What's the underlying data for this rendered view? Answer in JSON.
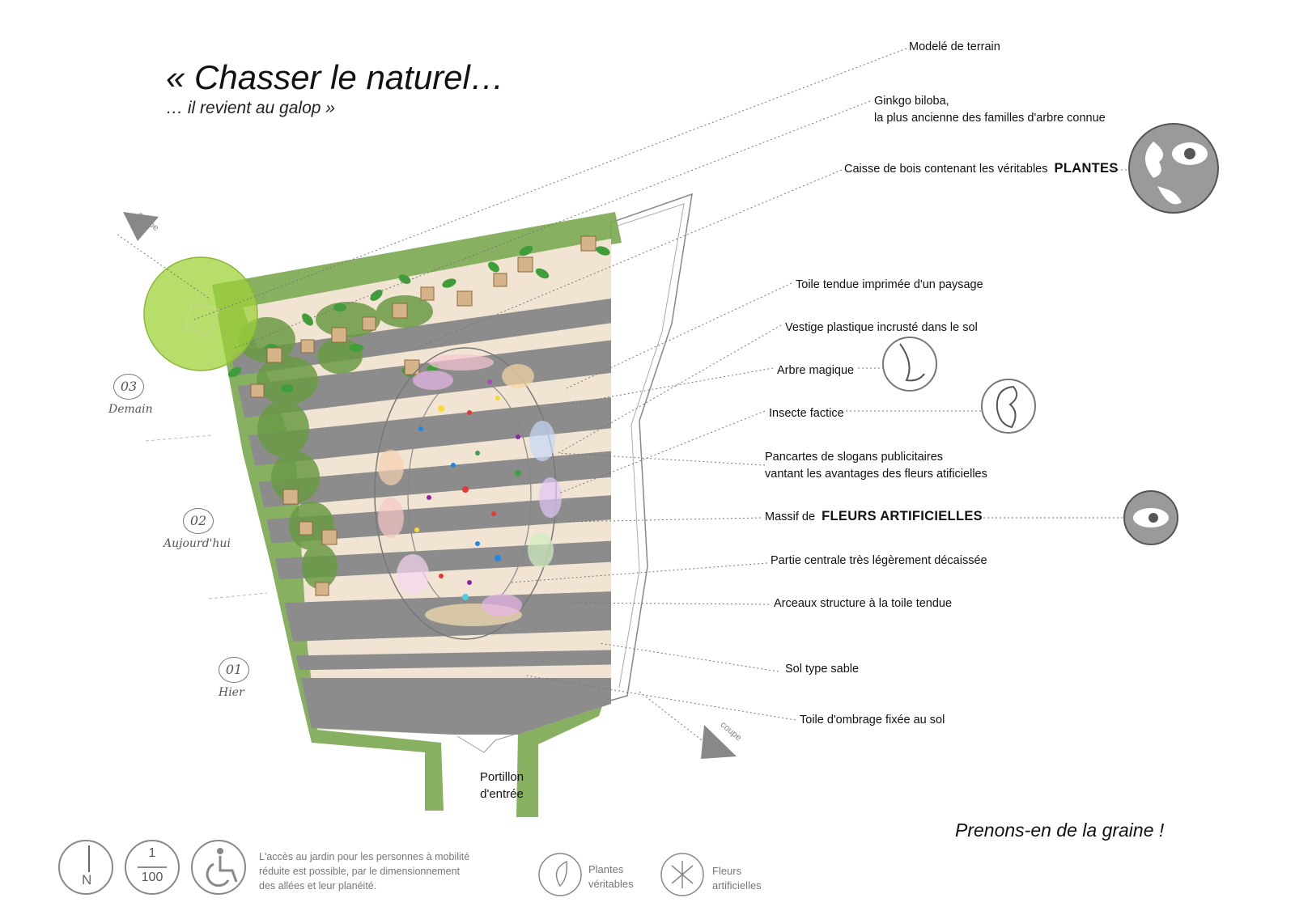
{
  "title": "« Chasser le naturel…",
  "subtitle": "… il revient au galop »",
  "labels": [
    {
      "text": "Modelé de terrain"
    },
    {
      "text": "Ginkgo biloba,"
    },
    {
      "text": "la plus ancienne des familles d'arbre connue"
    },
    {
      "text": "Caisse de bois contenant les véritables",
      "bold": "PLANTES"
    },
    {
      "text": "Toile tendue imprimée d'un paysage"
    },
    {
      "text": "Vestige plastique incrusté dans le sol"
    },
    {
      "text": "Arbre magique"
    },
    {
      "text": "Insecte factice"
    },
    {
      "text": "Pancartes de slogans publicitaires"
    },
    {
      "text": "vantant les avantages des fleurs atificielles"
    },
    {
      "text": "Massif de",
      "bold": "FLEURS ARTIFICIELLES"
    },
    {
      "text": "Partie centrale très légèrement décaissée"
    },
    {
      "text": "Arceaux structure à la toile tendue"
    },
    {
      "text": "Sol type sable"
    },
    {
      "text": "Toile d'ombrage fixée au sol"
    }
  ],
  "coupe_label": "coupe",
  "timeline": [
    {
      "num": "03",
      "caption": "Demain"
    },
    {
      "num": "02",
      "caption": "Aujourd'hui"
    },
    {
      "num": "01",
      "caption": "Hier"
    }
  ],
  "entrance": [
    "Portillon",
    "d'entrée"
  ],
  "slogan": "Prenons-en de la graine !",
  "scale": {
    "top": "1",
    "bottom": "100"
  },
  "north_label": "N",
  "accessibility_text": [
    "L'accès au jardin pour les personnes à mobilité",
    "réduite est possible, par le dimensionnement",
    "des allées et leur planéité."
  ],
  "legend": [
    {
      "line1": "Plantes",
      "line2": "véritables"
    },
    {
      "line1": "Fleurs",
      "line2": "artificielles"
    }
  ],
  "sense_icons": [
    "ear-eye-nose-icon",
    "nose-icon",
    "ear-icon",
    "eye-icon"
  ],
  "colors": {
    "grass": "#7aa84f",
    "sand": "#f1e4d2",
    "canvas": "#8c8c8c",
    "ginkgo": "#9fd23a",
    "flowers": [
      "#e53935",
      "#8e24aa",
      "#1e88e5",
      "#fdd835",
      "#43a047",
      "#fb8c00"
    ]
  }
}
